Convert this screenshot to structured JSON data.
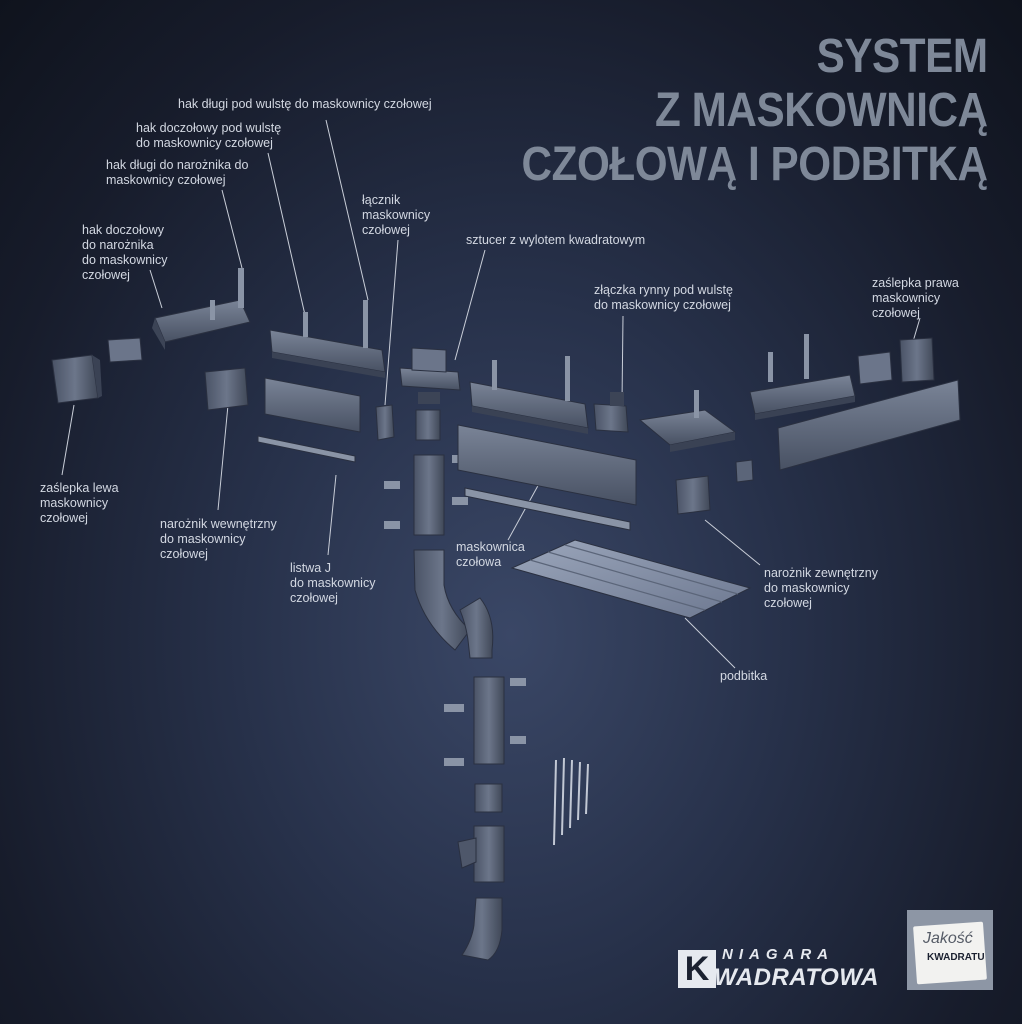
{
  "title": {
    "line1": "SYSTEM",
    "line2": "Z MASKOWNICĄ",
    "line3": "CZOŁOWĄ I PODBITKĄ"
  },
  "labels": {
    "hak_dlugi_wulst": "hak długi pod wulstę do maskownicy czołowej",
    "hak_doczolowy_wulst": "hak doczołowy pod wulstę\ndo maskownicy czołowej",
    "hak_dlugi_naroznik": "hak długi do narożnika do\nmaskownicy czołowej",
    "hak_doczolowy_naroznik": "hak doczołowy\ndo narożnika\ndo maskownicy\nczołowej",
    "lacznik": "łącznik\nmaskownicy\nczołowej",
    "sztucer": "sztucer z wylotem kwadratowym",
    "zlaczka": "złączka rynny pod wulstę\ndo maskownicy czołowej",
    "zaslepka_prawa": "zaślepka prawa\nmaskownicy\nczołowej",
    "zaslepka_lewa": "zaślepka lewa\nmaskownicy\nczołowej",
    "naroznik_wewnetrzny": "narożnik wewnętrzny\ndo maskownicy\nczołowej",
    "listwa_j": "listwa J\ndo maskownicy\nczołowej",
    "maskownica": "maskownica\nczołowa",
    "naroznik_zewnetrzny": "narożnik zewnętrzny\ndo maskownicy\nczołowej",
    "podbitka": "podbitka"
  },
  "brand": {
    "line1": "NIAGARA",
    "letter": "K",
    "line2": "WADRATOWA"
  },
  "badge": {
    "line1": "Jakość",
    "line2": "KWADRATU"
  },
  "colors": {
    "background": "#1b2130",
    "part_fill": "#5b6579",
    "part_dark": "#3c4456",
    "part_light": "#8a94a6",
    "leader_line": "#c9ced8",
    "label_text": "#d3d8e2",
    "title_text": "#7e8898"
  }
}
